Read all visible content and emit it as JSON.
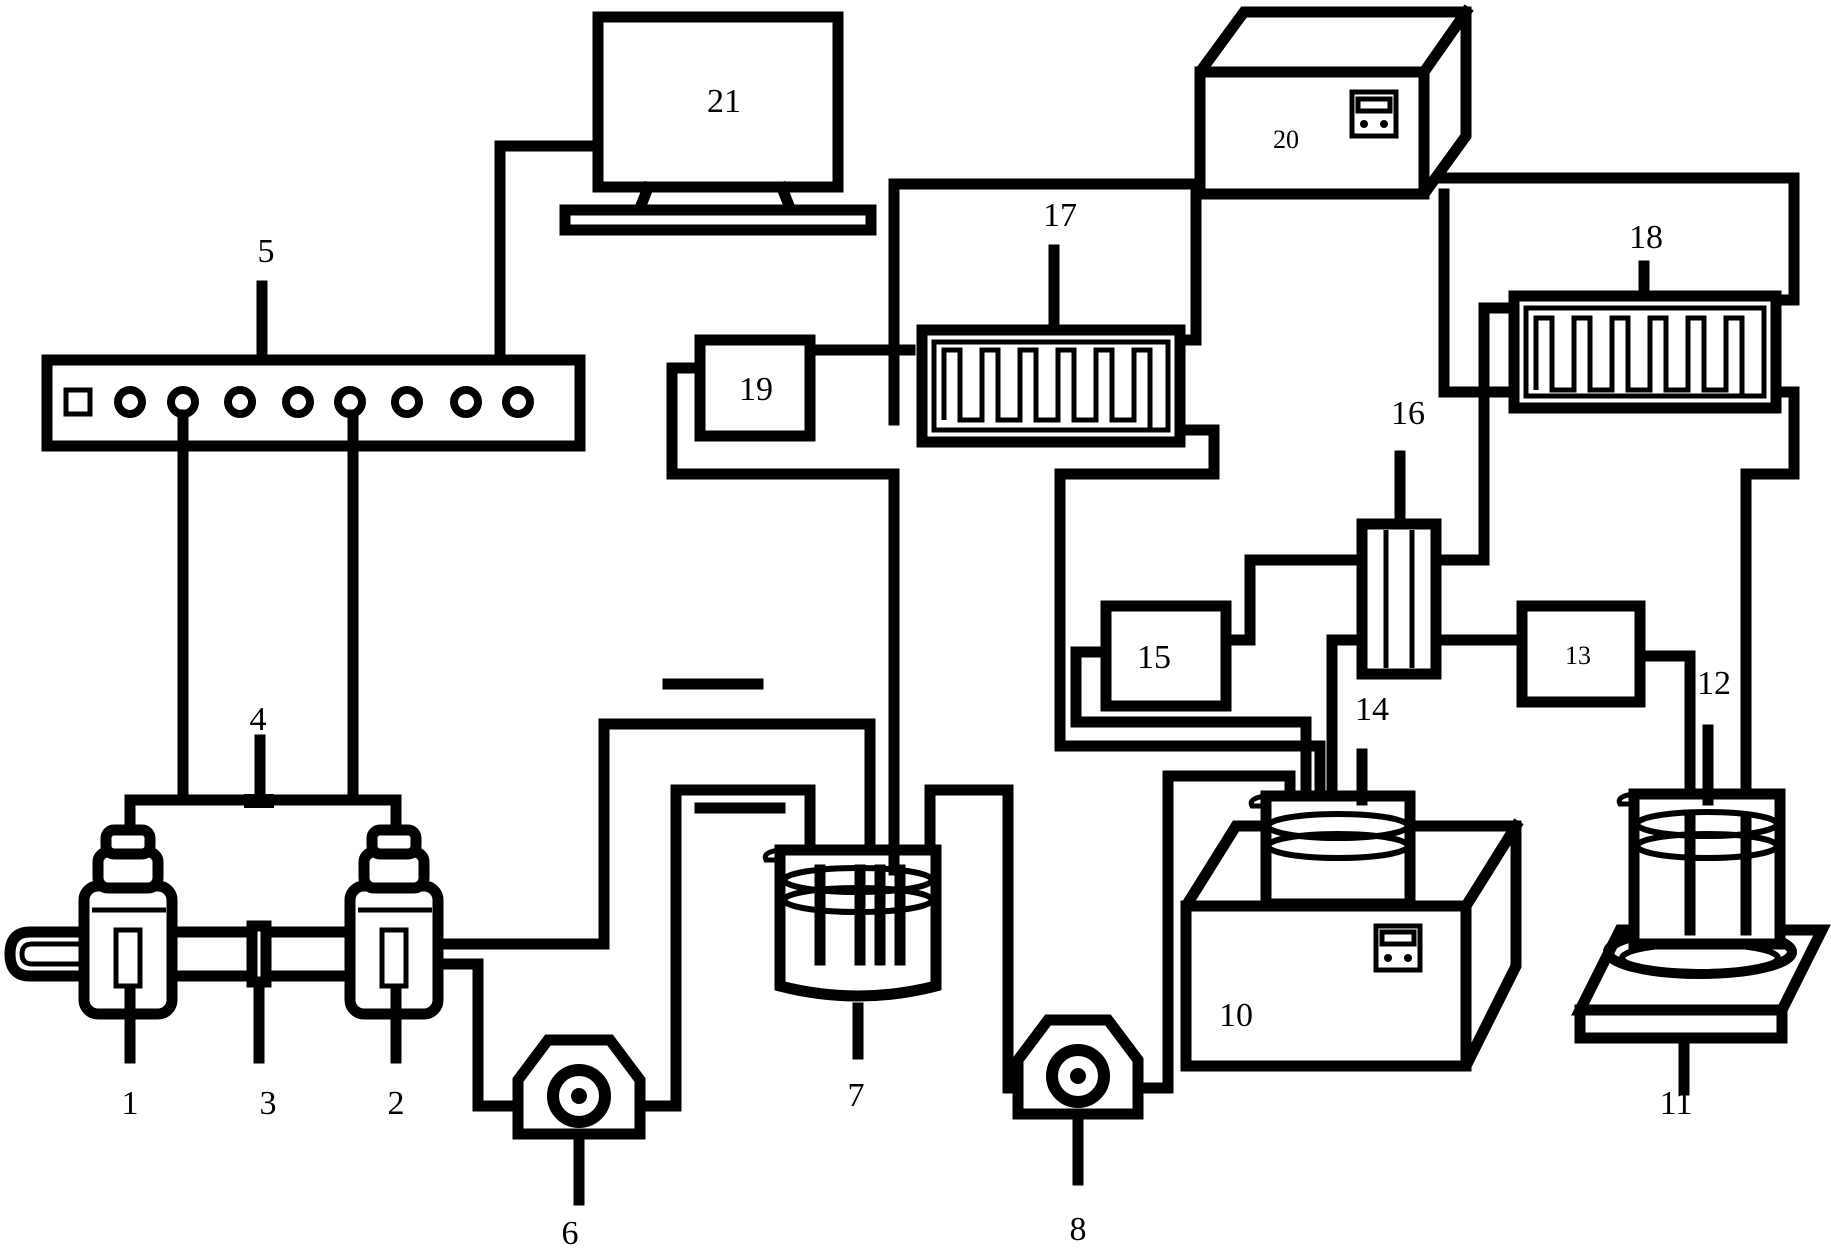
{
  "labels": {
    "l1": "1",
    "l2": "2",
    "l3": "3",
    "l4": "4",
    "l5": "5",
    "l6": "6",
    "l7": "7",
    "l8": "8",
    "l10": "10",
    "l11": "11",
    "l12": "12",
    "l13": "13",
    "l14": "14",
    "l15": "15",
    "l16": "16",
    "l17": "17",
    "l18": "18",
    "l19": "19",
    "l20": "20",
    "l21": "21"
  }
}
